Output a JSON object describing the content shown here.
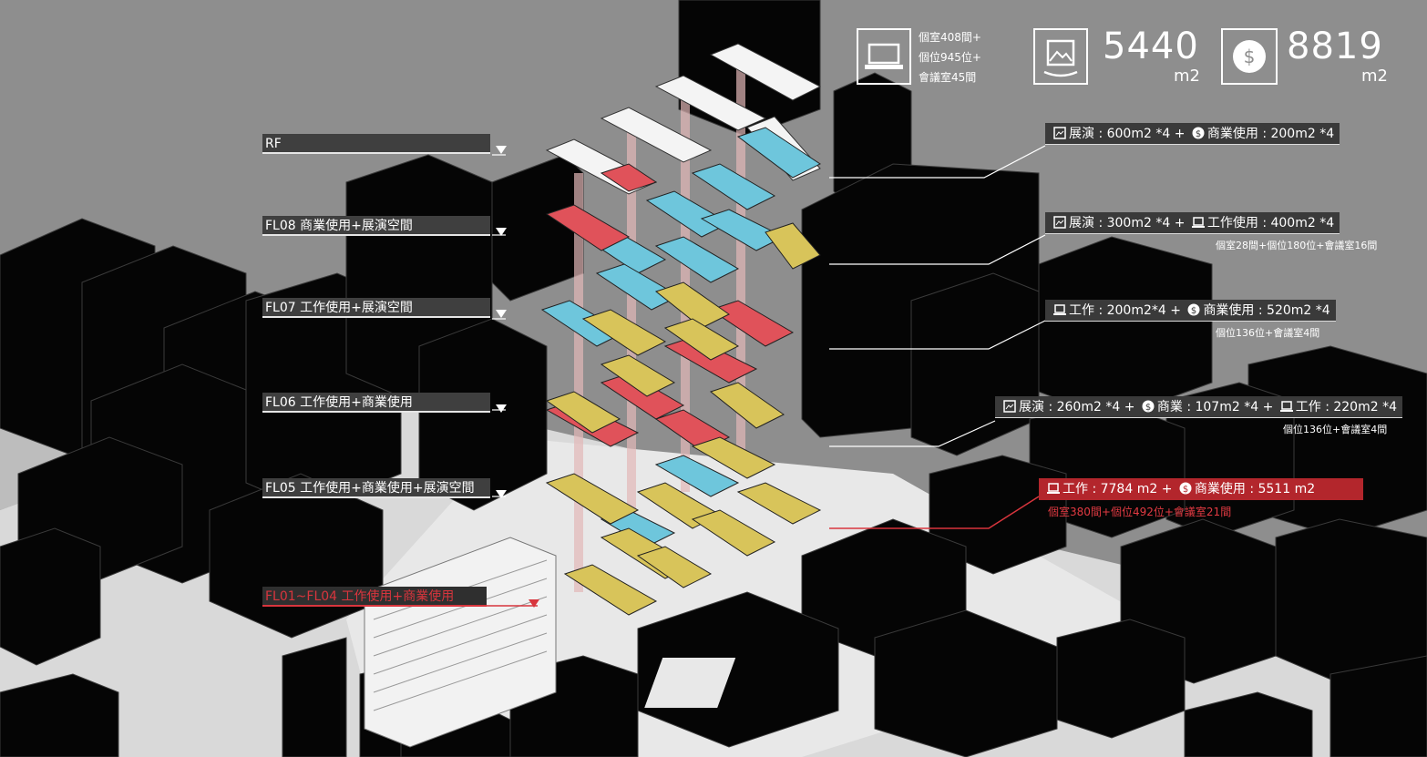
{
  "summary": {
    "work_lines": [
      "個室408間+",
      "個位945位+",
      "會議室45間"
    ],
    "exhibit_value": "5440",
    "exhibit_unit": "m2",
    "commercial_value": "8819",
    "commercial_unit": "m2"
  },
  "levels": [
    {
      "label": "RF"
    },
    {
      "label": "FL08 商業使用+展演空間"
    },
    {
      "label": "FL07 工作使用+展演空間"
    },
    {
      "label": "FL06 工作使用+商業使用"
    },
    {
      "label": "FL05 工作使用+商業使用+展演空間"
    },
    {
      "label": "FL01~FL04 工作使用+商業使用"
    }
  ],
  "callouts": [
    {
      "a": "展演 : 600m2 *4 +",
      "b": "商業使用 : 200m2 *4"
    },
    {
      "a": "展演 : 300m2 *4 +",
      "b": "工作使用 : 400m2 *4",
      "note": "個室28間+個位180位+會議室16間"
    },
    {
      "a": "工作 : 200m2*4  +",
      "b": "商業使用 : 520m2 *4",
      "note": "個位136位+會議室4間"
    },
    {
      "a": "展演 : 260m2 *4  +",
      "b": "商業 : 107m2 *4 +",
      "c": "工作 : 220m2 *4",
      "note": "個位136位+會議室4間"
    },
    {
      "a": "工作 : 7784 m2   +",
      "b": "商業使用 : 5511 m2",
      "note": "個室380間+個位492位+會議室21間"
    }
  ],
  "colors": {
    "exhibit": "#6ec6dc",
    "work": "#d8c45a",
    "commercial": "#e0525a",
    "accent_red": "#b3262c"
  },
  "icons": [
    "laptop-icon",
    "picture-icon",
    "dollar-icon"
  ]
}
